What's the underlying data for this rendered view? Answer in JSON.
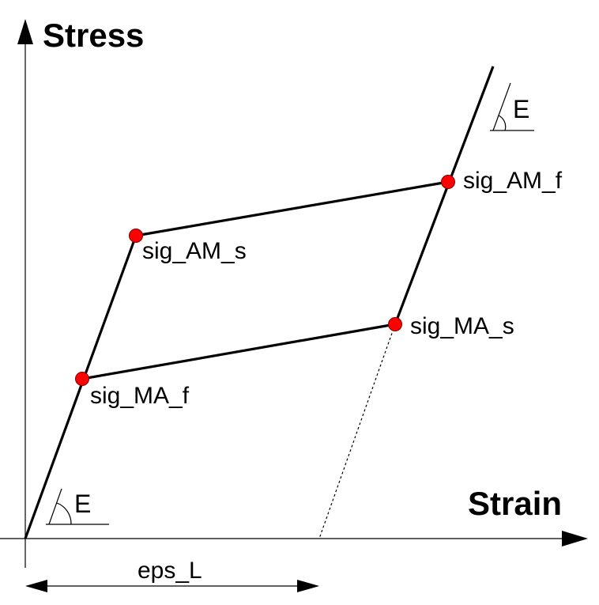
{
  "axes": {
    "y_label": "Stress",
    "x_label": "Strain"
  },
  "points": {
    "sig_AM_s": "sig_AM_s",
    "sig_AM_f": "sig_AM_f",
    "sig_MA_s": "sig_MA_s",
    "sig_MA_f": "sig_MA_f"
  },
  "modulus": {
    "top_label": "E",
    "bottom_label": "E"
  },
  "strain_span": {
    "label": "eps_L"
  },
  "colors": {
    "point_fill": "#ff0000",
    "line": "#000000"
  }
}
